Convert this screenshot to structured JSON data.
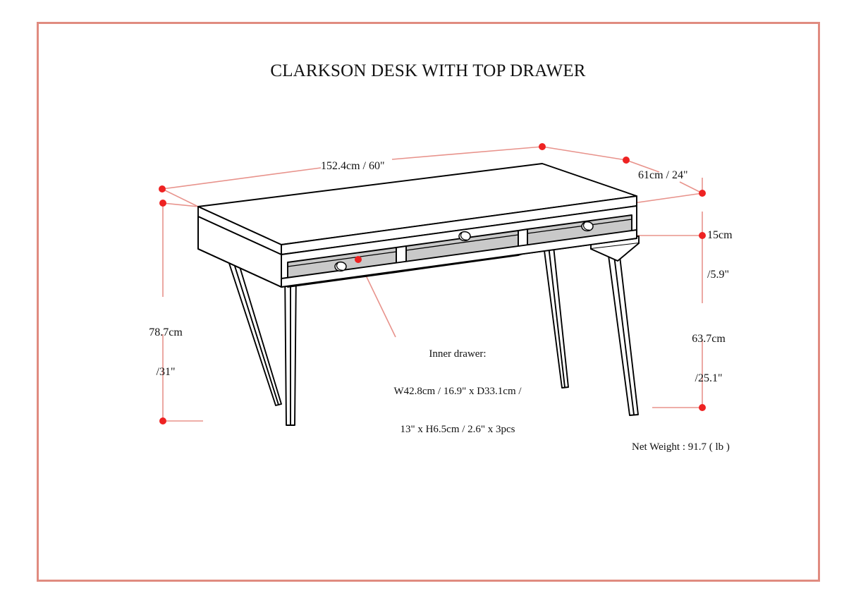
{
  "sheet": {
    "border_color": "#e08b80",
    "background": "#ffffff"
  },
  "title": "CLARKSON DESK WITH TOP DRAWER",
  "dimensions": {
    "width": "152.4cm / 60\"",
    "depth": "61cm / 24\"",
    "drawer_height_line1": "15cm",
    "drawer_height_line2": "/5.9\"",
    "total_height_line1": "78.7cm",
    "total_height_line2": "/31\"",
    "clearance_line1": "63.7cm",
    "clearance_line2": "/25.1\""
  },
  "callout": {
    "line1": "Inner drawer:",
    "line2": "W42.8cm / 16.9\" x D33.1cm /",
    "line3": "13\" x H6.5cm / 2.6\" x 3pcs"
  },
  "net_weight": "Net Weight : 91.7 ( lb )",
  "colors": {
    "dimension_line": "#e8938c",
    "dimension_marker": "#ee2222",
    "outline": "#000000",
    "drawer_fill": "#c9c9c9",
    "panel_fill": "#ffffff"
  },
  "product": {
    "drawer_count": 3,
    "leg_count": 4,
    "pull_type": "round-knob"
  }
}
